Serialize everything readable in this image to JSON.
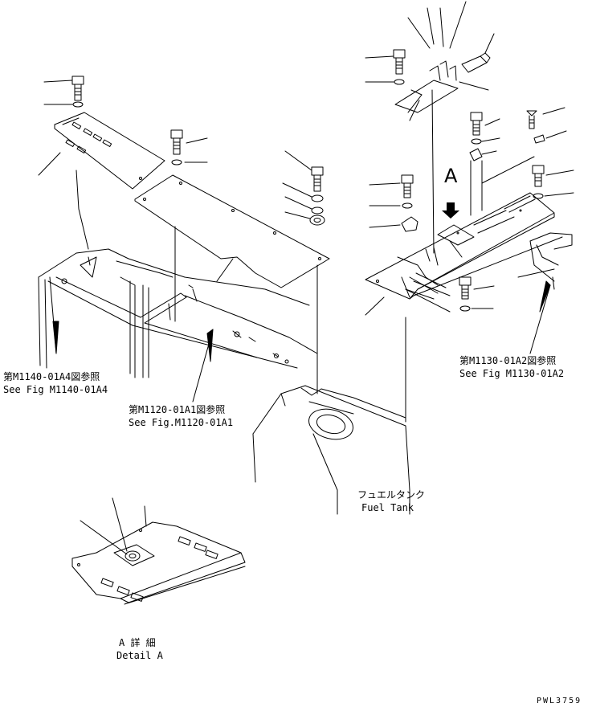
{
  "refs": {
    "fig_m1140_jp": "第M1140-01A4図参照",
    "fig_m1140_en": "See Fig M1140-01A4",
    "fig_m1120_jp": "第M1120-01A1図参照",
    "fig_m1120_en": "See Fig.M1120-01A1",
    "fig_m1130_jp": "第M1130-01A2図参照",
    "fig_m1130_en": "See Fig M1130-01A2"
  },
  "fuel_tank": {
    "jp": "フュエルタンク",
    "en": "Fuel Tank"
  },
  "view_marker": "A",
  "detail": {
    "jp": "A 詳 細",
    "en": "Detail A"
  },
  "drawing_code": "PWL3759"
}
